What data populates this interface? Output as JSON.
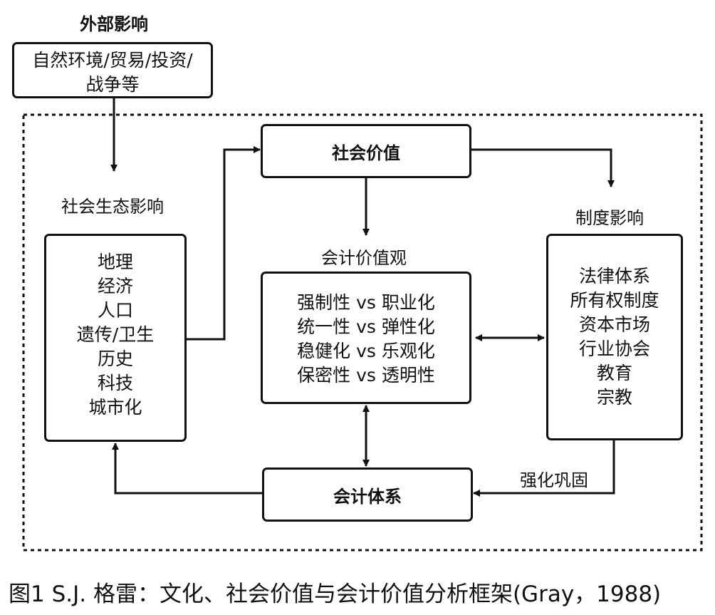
{
  "external": {
    "heading": "外部影响",
    "box_line1": "自然环境/贸易/投资/",
    "box_line2": "战争等"
  },
  "ecology": {
    "heading": "社会生态影响",
    "items": [
      "地理",
      "经济",
      "人口",
      "遗传/卫生",
      "历史",
      "科技",
      "城市化"
    ]
  },
  "social_values": {
    "title": "社会价值"
  },
  "accounting_values": {
    "heading": "会计价值观",
    "items": [
      "强制性 vs 职业化",
      "统一性 vs 弹性化",
      "稳健化 vs 乐观化",
      "保密性 vs 透明性"
    ]
  },
  "institutional": {
    "heading": "制度影响",
    "items": [
      "法律体系",
      "所有权制度",
      "资本市场",
      "行业协会",
      "教育",
      "宗教"
    ]
  },
  "accounting_system": {
    "title": "会计体系"
  },
  "reinforce_label": "强化巩固",
  "caption": "图1  S.J. 格雷：文化、社会价值与会计价值分析框架(Gray，1988)"
}
